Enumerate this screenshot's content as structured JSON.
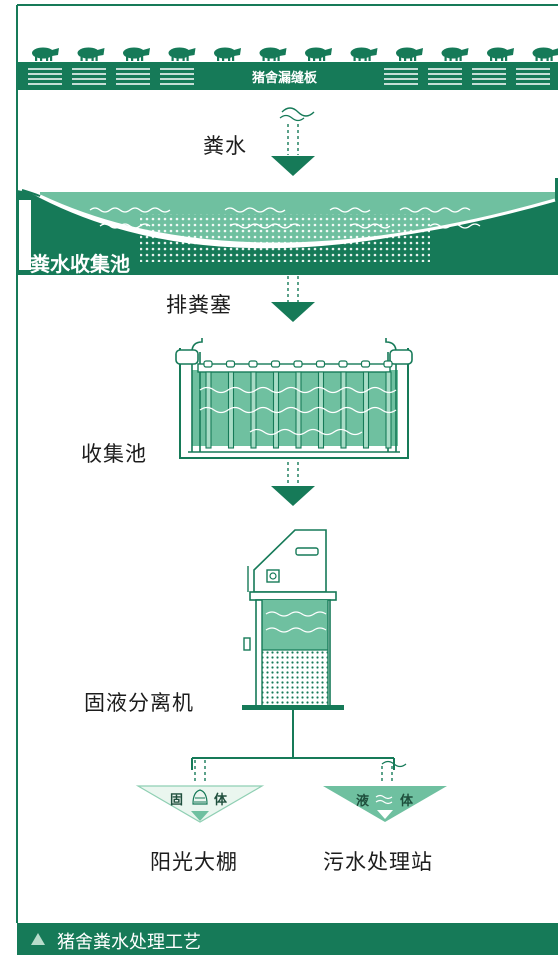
{
  "header": {
    "slat_label": "猪舍漏缝板",
    "pig_count": 12
  },
  "flow": {
    "step1": "粪水",
    "pit": "粪水收集池",
    "step2": "排粪塞",
    "tank": "收集池",
    "separator": "固液分离机"
  },
  "outputs": {
    "solid": {
      "tag_left": "固",
      "tag_right": "体",
      "destination": "阳光大棚"
    },
    "liquid": {
      "tag_left": "液",
      "tag_right": "体",
      "destination": "污水处理站"
    }
  },
  "caption": "猪舍粪水处理工艺",
  "colors": {
    "dark_green": "#167a58",
    "mid_green": "#6fc0a0",
    "light_green": "#a8dcc6",
    "pale_green": "#cfeede",
    "line": "#167a58"
  }
}
